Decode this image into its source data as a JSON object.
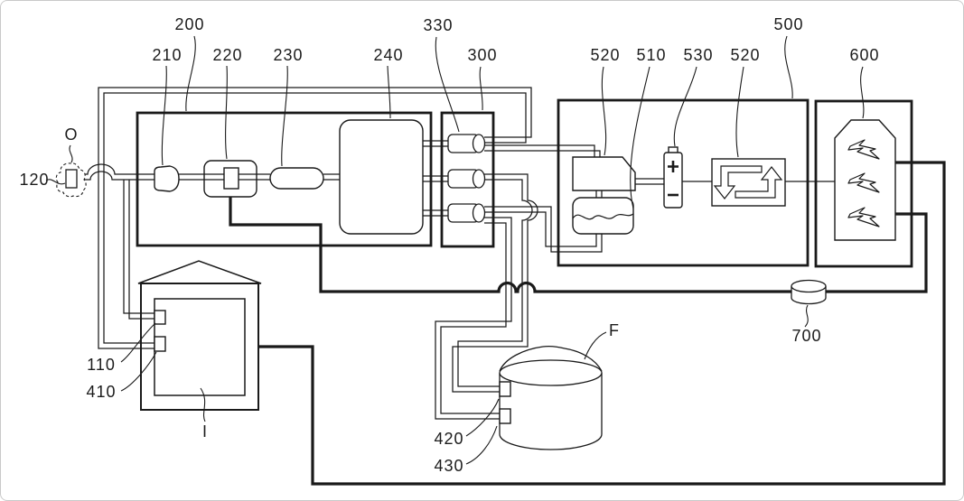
{
  "figure": {
    "kind": "patent-style system diagram",
    "colors": {
      "line": "#1a1a1a",
      "background": "#ffffff",
      "page_border": "#c9c9c9"
    },
    "labels": {
      "n200": {
        "text": "200"
      },
      "n210": {
        "text": "210"
      },
      "n220": {
        "text": "220"
      },
      "n230": {
        "text": "230"
      },
      "n240": {
        "text": "240"
      },
      "n330": {
        "text": "330"
      },
      "n300": {
        "text": "300"
      },
      "n520a": {
        "text": "520"
      },
      "n510": {
        "text": "510"
      },
      "n530": {
        "text": "530"
      },
      "n520b": {
        "text": "520"
      },
      "n500": {
        "text": "500"
      },
      "n600": {
        "text": "600"
      },
      "n700": {
        "text": "700"
      },
      "n120": {
        "text": "120"
      },
      "n110": {
        "text": "110"
      },
      "n410": {
        "text": "410"
      },
      "n420": {
        "text": "420"
      },
      "n430": {
        "text": "430"
      },
      "nO": {
        "text": "O"
      },
      "nI": {
        "text": "I"
      },
      "nF": {
        "text": "F"
      }
    }
  }
}
